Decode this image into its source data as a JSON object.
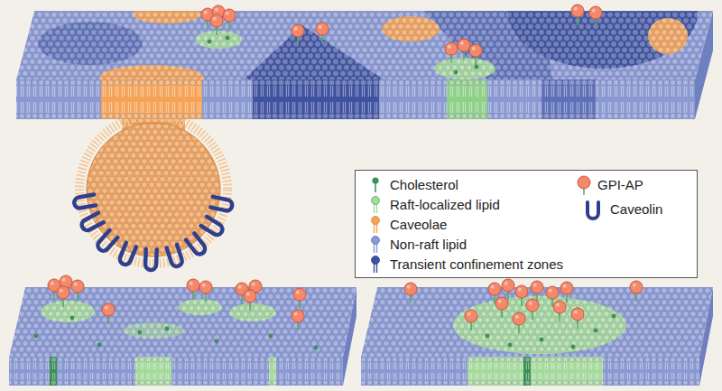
{
  "diagram": {
    "legend": [
      {
        "text": "Cholesterol"
      },
      {
        "text": "Raft-localized lipid"
      },
      {
        "text": "Caveolae"
      },
      {
        "text": "Non-raft lipid"
      },
      {
        "text": "Transient confinement zones"
      },
      {
        "text": "GPI-AP"
      },
      {
        "text": "Caveolin"
      }
    ]
  }
}
